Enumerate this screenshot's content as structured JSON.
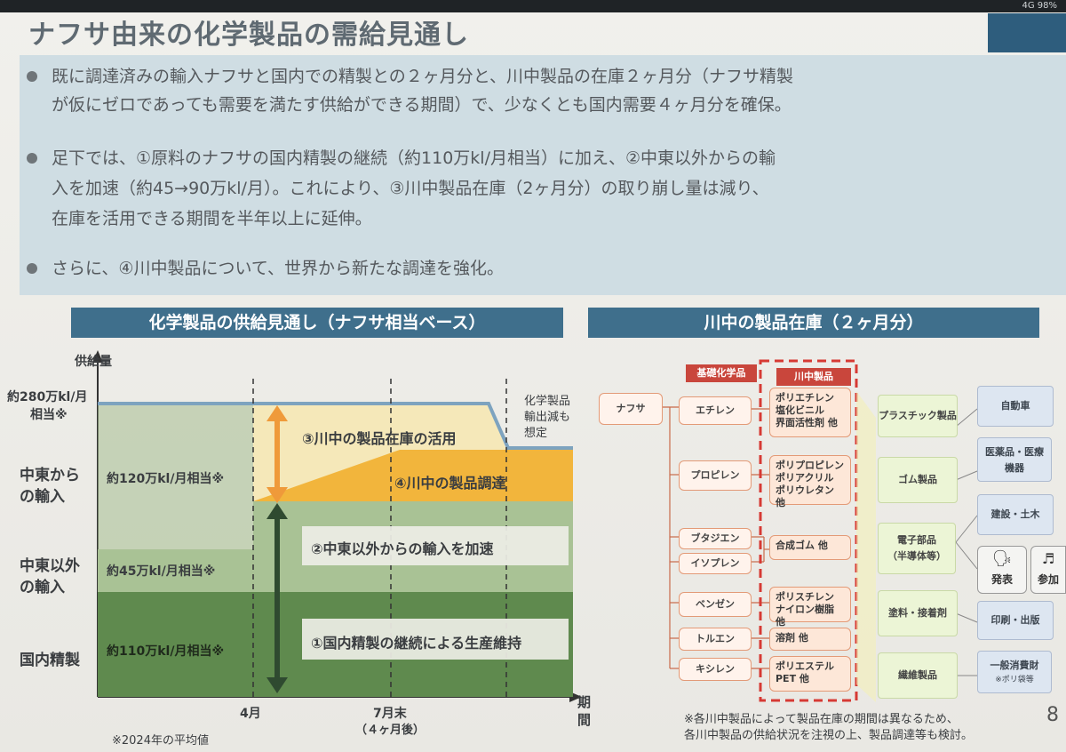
{
  "status_bar": {
    "signal": "4G 98%"
  },
  "title": "ナフサ由来の化学製品の需給見通し",
  "bullets": [
    {
      "line1": "既に調達済みの輸入ナフサと国内での精製との２ヶ月分と、川中製品の在庫２ヶ月分（ナフサ精製",
      "line2": "が仮にゼロであっても需要を満たす供給ができる期間）で、少なくとも国内需要４ヶ月分を確保。"
    },
    {
      "line1": "足下では、①原料のナフサの国内精製の継続（約110万kl/月相当）に加え、②中東以外からの輸",
      "line2": "入を加速（約45→90万kl/月）。これにより、③川中製品在庫（2ヶ月分）の取り崩し量は減り、",
      "line3": "在庫を活用できる期間を半年以上に延伸。"
    },
    {
      "line1": "さらに、④川中製品について、世界から新たな調達を強化。"
    }
  ],
  "left_header": "化学製品の供給見通し（ナフサ相当ベース）",
  "right_header": "川中の製品在庫（２ヶ月分）",
  "chart_data": {
    "type": "area",
    "ylabel": "供給量",
    "xlabel": "期間",
    "x_ticks": [
      "4月",
      "7月末",
      "（４ヶ月後）"
    ],
    "row_labels": [
      {
        "line1": "約280万kl/月",
        "line2": "相当※"
      },
      {
        "line1": "中東から",
        "line2": "の輸入"
      },
      {
        "line1": "中東以外",
        "line2": "の輸入"
      },
      {
        "line1": "国内精製",
        "line2": ""
      }
    ],
    "values": {
      "total": "約280万kl/月相当※",
      "mideast": "約120万kl/月相当※",
      "non_mideast": "約45万kl/月相当※",
      "domestic": "約110万kl/月相当※"
    },
    "annotations": {
      "a3": "③川中の製品在庫の活用",
      "a4": "④川中の製品調達",
      "a2": "②中東以外からの輸入を加速",
      "a1": "①国内精製の継続による生産維持",
      "export": "化学製品輸出減も想定",
      "export_l1": "化学製品",
      "export_l2": "輸出減も",
      "export_l3": "想定"
    },
    "footnote": "※2024年の平均値",
    "colors": {
      "domestic": "#5f8a4e",
      "non_mideast": "#a9c295",
      "mideast": "#f5e8b9",
      "procurement": "#f2b53c",
      "line": "#7da3bf",
      "arrow_orange": "#ef9a3a",
      "arrow_dark": "#2f4a30"
    }
  },
  "diagram": {
    "tag_basic": "基礎化学品",
    "tag_mid": "川中製品",
    "naphtha": "ナフサ",
    "basics": [
      "エチレン",
      "プロピレン",
      "ブタジエン",
      "イソプレン",
      "ベンゼン",
      "トルエン",
      "キシレン"
    ],
    "mid_products": [
      [
        "ポリエチレン",
        "塩化ビニル",
        "界面活性剤 他"
      ],
      [
        "ポリプロピレン",
        "ポリアクリル",
        "ポリウレタン 他"
      ],
      [
        "合成ゴム 他"
      ],
      [
        "ポリスチレン",
        "ナイロン樹脂 他"
      ],
      [
        "溶剤 他"
      ],
      [
        "ポリエステル",
        "PET 他"
      ]
    ],
    "products": [
      "プラスチック製品",
      "ゴム製品",
      "電子部品",
      "（半導体等）",
      "塗料・接着剤",
      "繊維製品"
    ],
    "sectors": [
      "自動車",
      "医薬品・医療",
      "機器",
      "建設・土木",
      "印刷・出版",
      "一般消費財",
      "※ポリ袋等"
    ],
    "buttons": {
      "speak": "発表",
      "join": "参加"
    },
    "note1": "※各川中製品によって製品在庫の期間は異なるため、",
    "note2": "各川中製品の供給状況を注視の上、製品調達等も検討。"
  },
  "page_number": "8"
}
